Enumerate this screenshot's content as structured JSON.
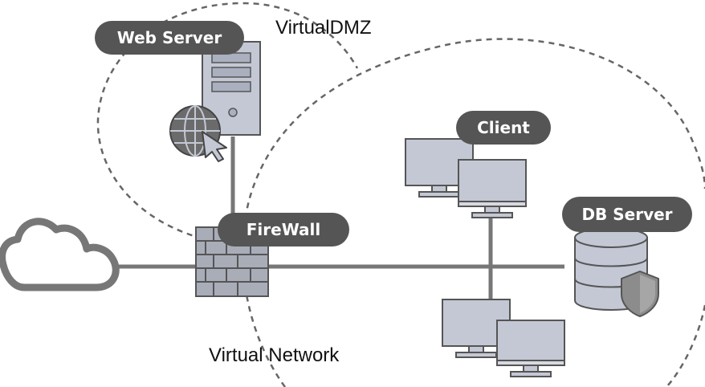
{
  "zones": {
    "dmz_label": "VirtualDMZ",
    "network_label": "Virtual Network"
  },
  "nodes": {
    "web_server": "Web Server",
    "firewall": "FireWall",
    "client": "Client",
    "db_server": "DB Server"
  },
  "icons": {
    "internet": "cloud-icon",
    "web_server": "server-tower-icon",
    "web": "globe-cursor-icon",
    "firewall": "brick-wall-icon",
    "clients": "monitor-icon",
    "db": "database-shield-icon"
  },
  "colors": {
    "label_bg": "#555555",
    "device_fill": "#c4c8d4",
    "line": "#777777"
  }
}
